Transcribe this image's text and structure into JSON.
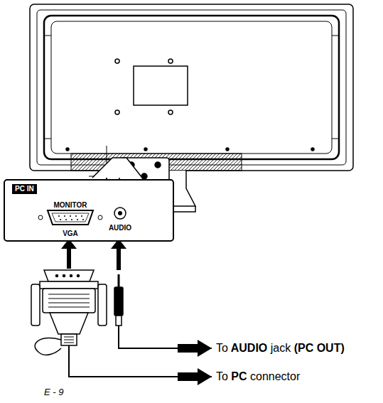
{
  "diagram": {
    "nodes": [
      {
        "text": [
          "PC IN",
          "MONITOR",
          "VGA",
          "AUDIO"
        ]
      }
    ],
    "labels": [
      "To AUDIO jack (PC OUT)",
      "To PC connector",
      "E - 9"
    ]
  }
}
